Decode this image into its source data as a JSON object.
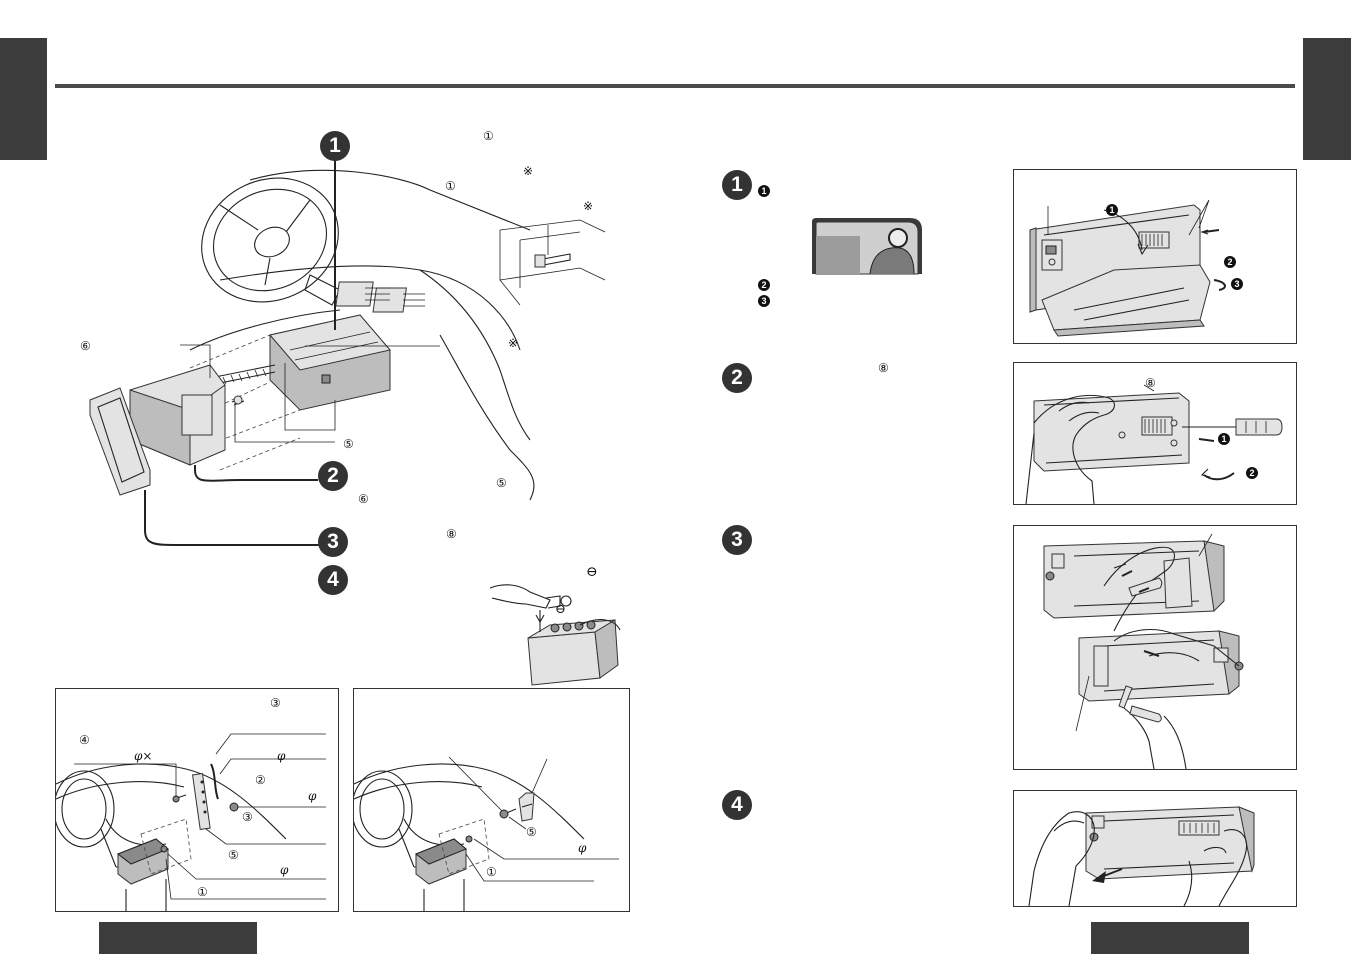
{
  "markers": {
    "m1": "①",
    "m2": "②",
    "m3": "③",
    "m4": "④",
    "m5": "⑤",
    "m6": "⑥",
    "m8": "⑧",
    "ref": "※",
    "phi": "φ",
    "phix": "φ×",
    "minus": "⊖"
  },
  "steps": {
    "s1": "1",
    "s2": "2",
    "s3": "3",
    "s4": "4",
    "sub1": "1",
    "sub2": "2",
    "sub3": "3"
  }
}
